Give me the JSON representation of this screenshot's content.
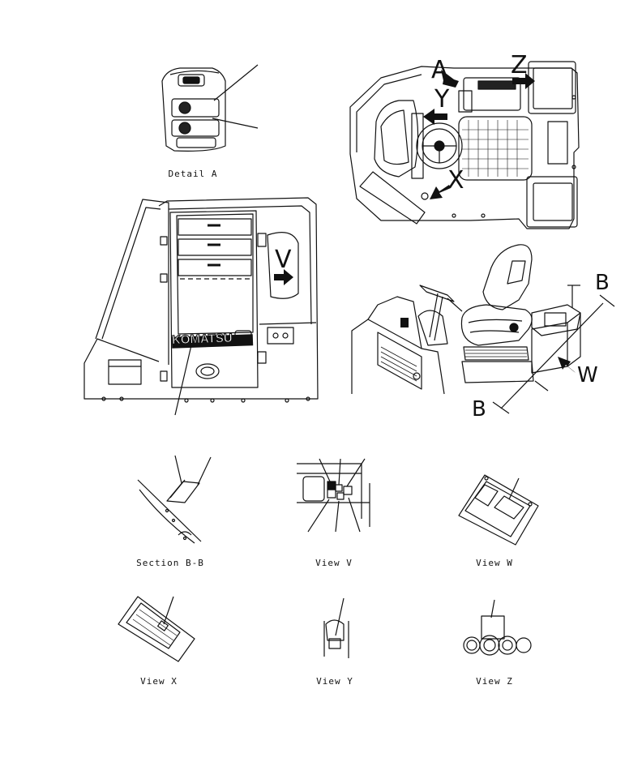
{
  "captions": {
    "detail_a": "Detail A",
    "section_bb": "Section B-B",
    "view_v": "View V",
    "view_w": "View W",
    "view_x": "View X",
    "view_y": "View Y",
    "view_z": "View Z"
  },
  "view_letters": {
    "a": "A",
    "z": "Z",
    "y": "Y",
    "x": "X",
    "v": "V",
    "b_top": "B",
    "b_bottom": "B",
    "w": "W"
  },
  "brand": "KOMATSU"
}
